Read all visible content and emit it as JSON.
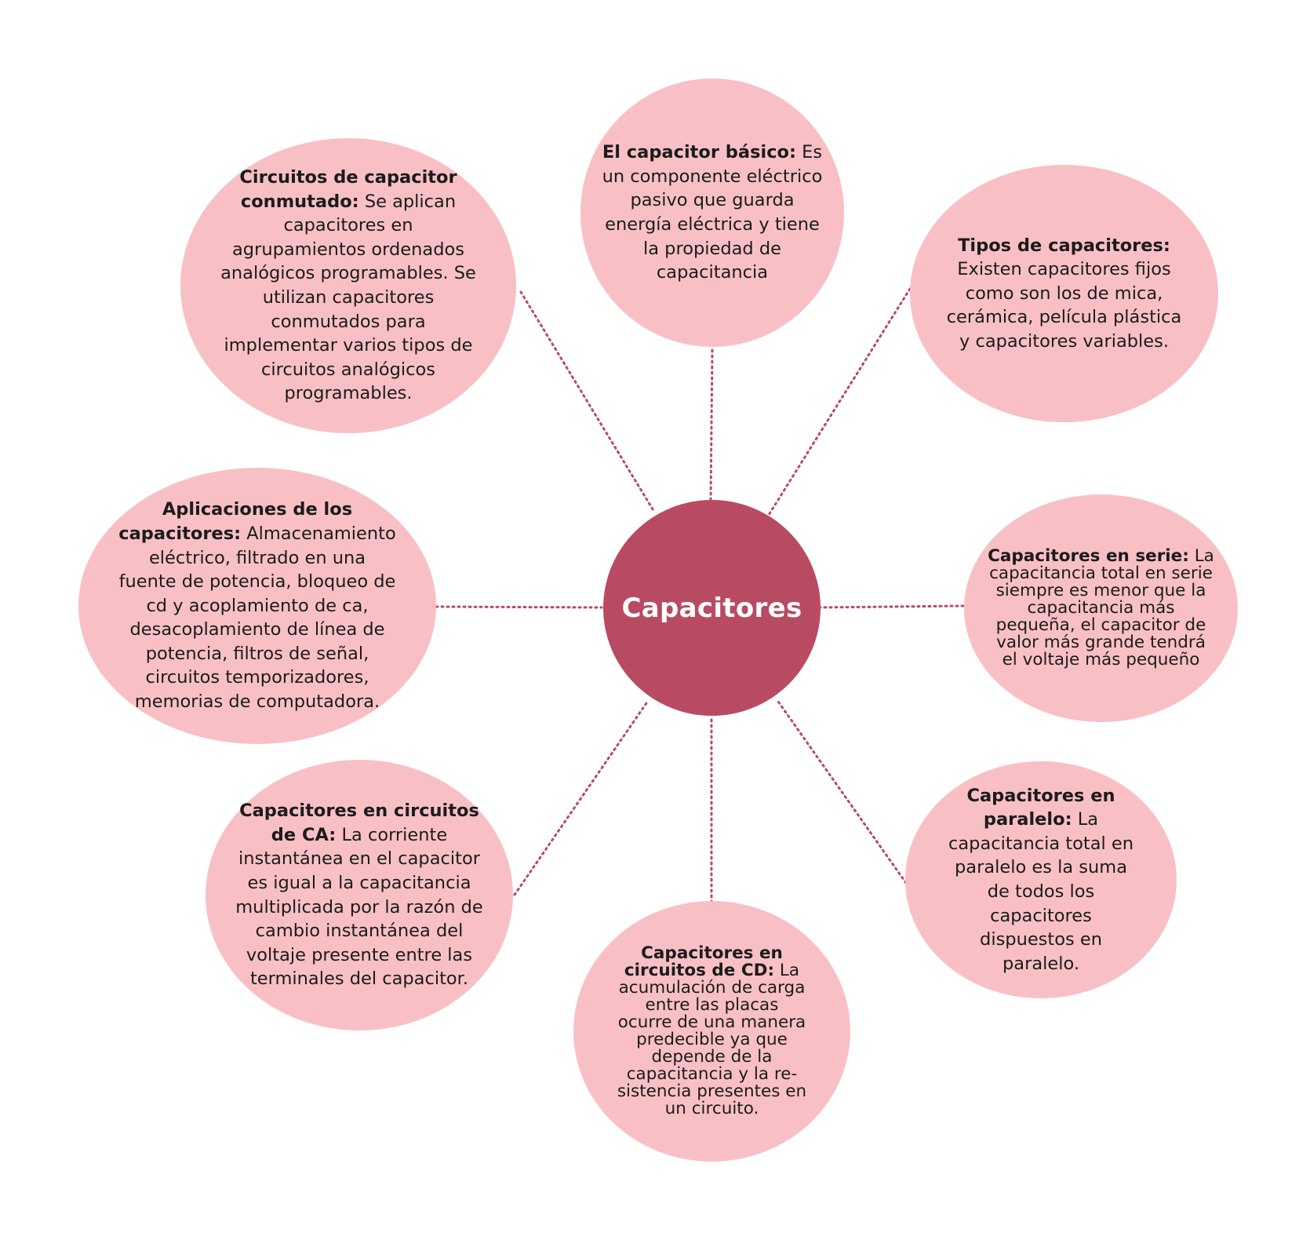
{
  "colors": {
    "center_fill": "#b84b62",
    "node_fill": "#f8c0c5",
    "connector": "#b84b62",
    "center_text": "#ffffff",
    "node_text": "#1b1b1b"
  },
  "center": {
    "label": "Capacitores"
  },
  "nodes": [
    {
      "id": "basico",
      "title": "El capacitor básico:",
      "text": "Es un componente eléctrico pasivo que guarda energía eléctrica y tiene la propiedad de capacitancia"
    },
    {
      "id": "tipos",
      "title": "Tipos de capacitores:",
      "text": "Existen capacitores fijos como son los de mica, cerámica, película plástica y capacitores variables."
    },
    {
      "id": "serie",
      "title": "Capacitores en serie:",
      "text": "La capacitancia total en serie siempre es menor que la capacitancia más pequeña, el capacitor de valor más grande tendrá el voltaje más pequeño"
    },
    {
      "id": "paralelo",
      "title": "Capacitores en paralelo:",
      "text": "La capacitancia total en paralelo es la suma de todos los capacitores dispuestos en paralelo."
    },
    {
      "id": "cd",
      "title": "Capacitores en circuitos de CD:",
      "text": "La acumulación de car­ga entre las placas ocurre de una manera predecible ya que depende de la capacitancia y la re­sistencia presentes en un circuito."
    },
    {
      "id": "ca",
      "title": "Capacitores en circuitos de CA:",
      "text": "La corriente instantánea en el capacitor es igual a la capacitancia multiplicada por la ra­zón de cambio instantánea del voltaje presente entre las terminales del capacitor."
    },
    {
      "id": "aplicaciones",
      "title": "Aplicaciones de los capacitores:",
      "text": "Almacenamiento eléctrico, filtrado en una fuente de potencia, bloqueo de cd y acoplamiento de ca, desacoplamiento de línea de potencia, filtros de señal, circuitos temporizadores, memorias de computadora."
    },
    {
      "id": "conmutado",
      "title": "Circuitos de capacitor conmutado:",
      "text": "Se aplican capacitores en agrupamientos ordenados analógicos programables. Se utilizan capacitores conmutados para implementar varios tipos de circuitos analógicos programables."
    }
  ]
}
